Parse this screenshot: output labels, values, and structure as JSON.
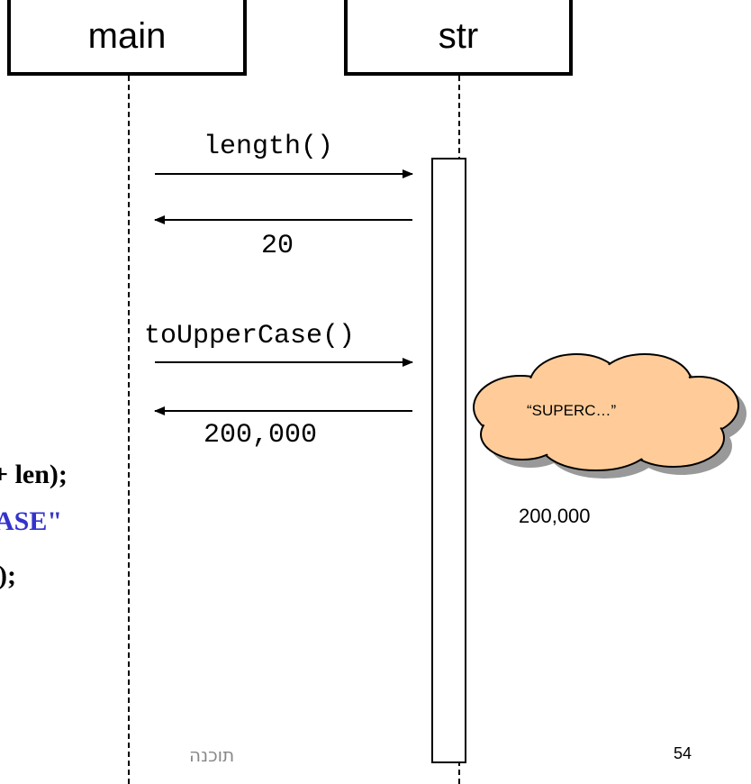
{
  "lifelines": {
    "main_label": "main",
    "str_label": "str"
  },
  "messages": {
    "call1": "length()",
    "return1": "20",
    "call2": "toUpperCase()",
    "return2": "200,000"
  },
  "code_fragments": {
    "line1": "+ len);",
    "line2": "ASE\"",
    "line3": ");"
  },
  "new_object": {
    "cloud_label": "“SUPERC…”",
    "address": "200,000",
    "fill_color": "#ffcc99"
  },
  "footer": {
    "label": "תוכנה",
    "page_number": "54"
  }
}
